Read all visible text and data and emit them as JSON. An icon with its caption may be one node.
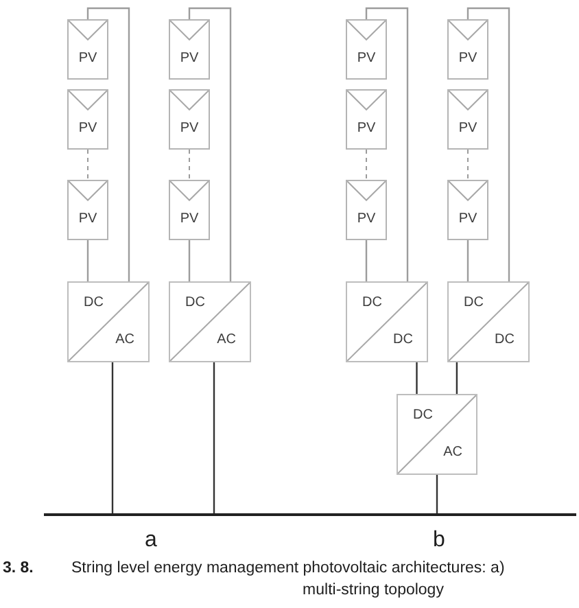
{
  "diagram": {
    "caption": "String level energy management photovoltaic architectures: a)",
    "nodes": [
      {
        "text": [
          "PV"
        ]
      },
      {
        "text": [
          "PV"
        ]
      },
      {
        "text": [
          "PV"
        ]
      },
      {
        "text": [
          "PV"
        ]
      },
      {
        "text": [
          "PV"
        ]
      },
      {
        "text": [
          "PV"
        ]
      },
      {
        "text": [
          "PV"
        ]
      },
      {
        "text": [
          "PV"
        ]
      },
      {
        "text": [
          "PV"
        ]
      },
      {
        "text": [
          "PV"
        ]
      },
      {
        "text": [
          "PV"
        ]
      },
      {
        "text": [
          "PV"
        ]
      },
      {
        "text": [
          "DC",
          "AC"
        ]
      },
      {
        "text": [
          "DC",
          "AC"
        ]
      },
      {
        "text": [
          "DC",
          "DC"
        ]
      },
      {
        "text": [
          "DC",
          "DC"
        ]
      },
      {
        "text": [
          "DC",
          "AC"
        ]
      },
      {
        "text": [],
        "shape": "bar"
      }
    ],
    "edges": [
      {
        "from": 1,
        "to": 2,
        "arrow": "none",
        "style": "dashed"
      },
      {
        "from": 4,
        "to": 5,
        "arrow": "none",
        "style": "dashed"
      },
      {
        "from": 7,
        "to": 8,
        "arrow": "none",
        "style": "dashed"
      },
      {
        "from": 10,
        "to": 11,
        "arrow": "none",
        "style": "dashed"
      },
      {
        "from": 2,
        "to": 12,
        "arrow": "none"
      },
      {
        "from": 0,
        "to": 12,
        "arrow": "none"
      },
      {
        "from": 5,
        "to": 13,
        "arrow": "none"
      },
      {
        "from": 3,
        "to": 13,
        "arrow": "none"
      },
      {
        "from": 8,
        "to": 14,
        "arrow": "none"
      },
      {
        "from": 6,
        "to": 14,
        "arrow": "none"
      },
      {
        "from": 11,
        "to": 15,
        "arrow": "none"
      },
      {
        "from": 9,
        "to": 15,
        "arrow": "none"
      },
      {
        "from": 12,
        "to": 17,
        "arrow": "none",
        "color": "#333333"
      },
      {
        "from": 13,
        "to": 17,
        "arrow": "none",
        "color": "#333333"
      },
      {
        "from": 14,
        "to": 16,
        "arrow": "none",
        "color": "#333333"
      },
      {
        "from": 15,
        "to": 16,
        "arrow": "none",
        "color": "#333333"
      },
      {
        "from": 16,
        "to": 17,
        "arrow": "none",
        "color": "#333333"
      }
    ],
    "labels": [
      "a",
      "b",
      "3. 8.",
      "multi-string topology"
    ]
  }
}
